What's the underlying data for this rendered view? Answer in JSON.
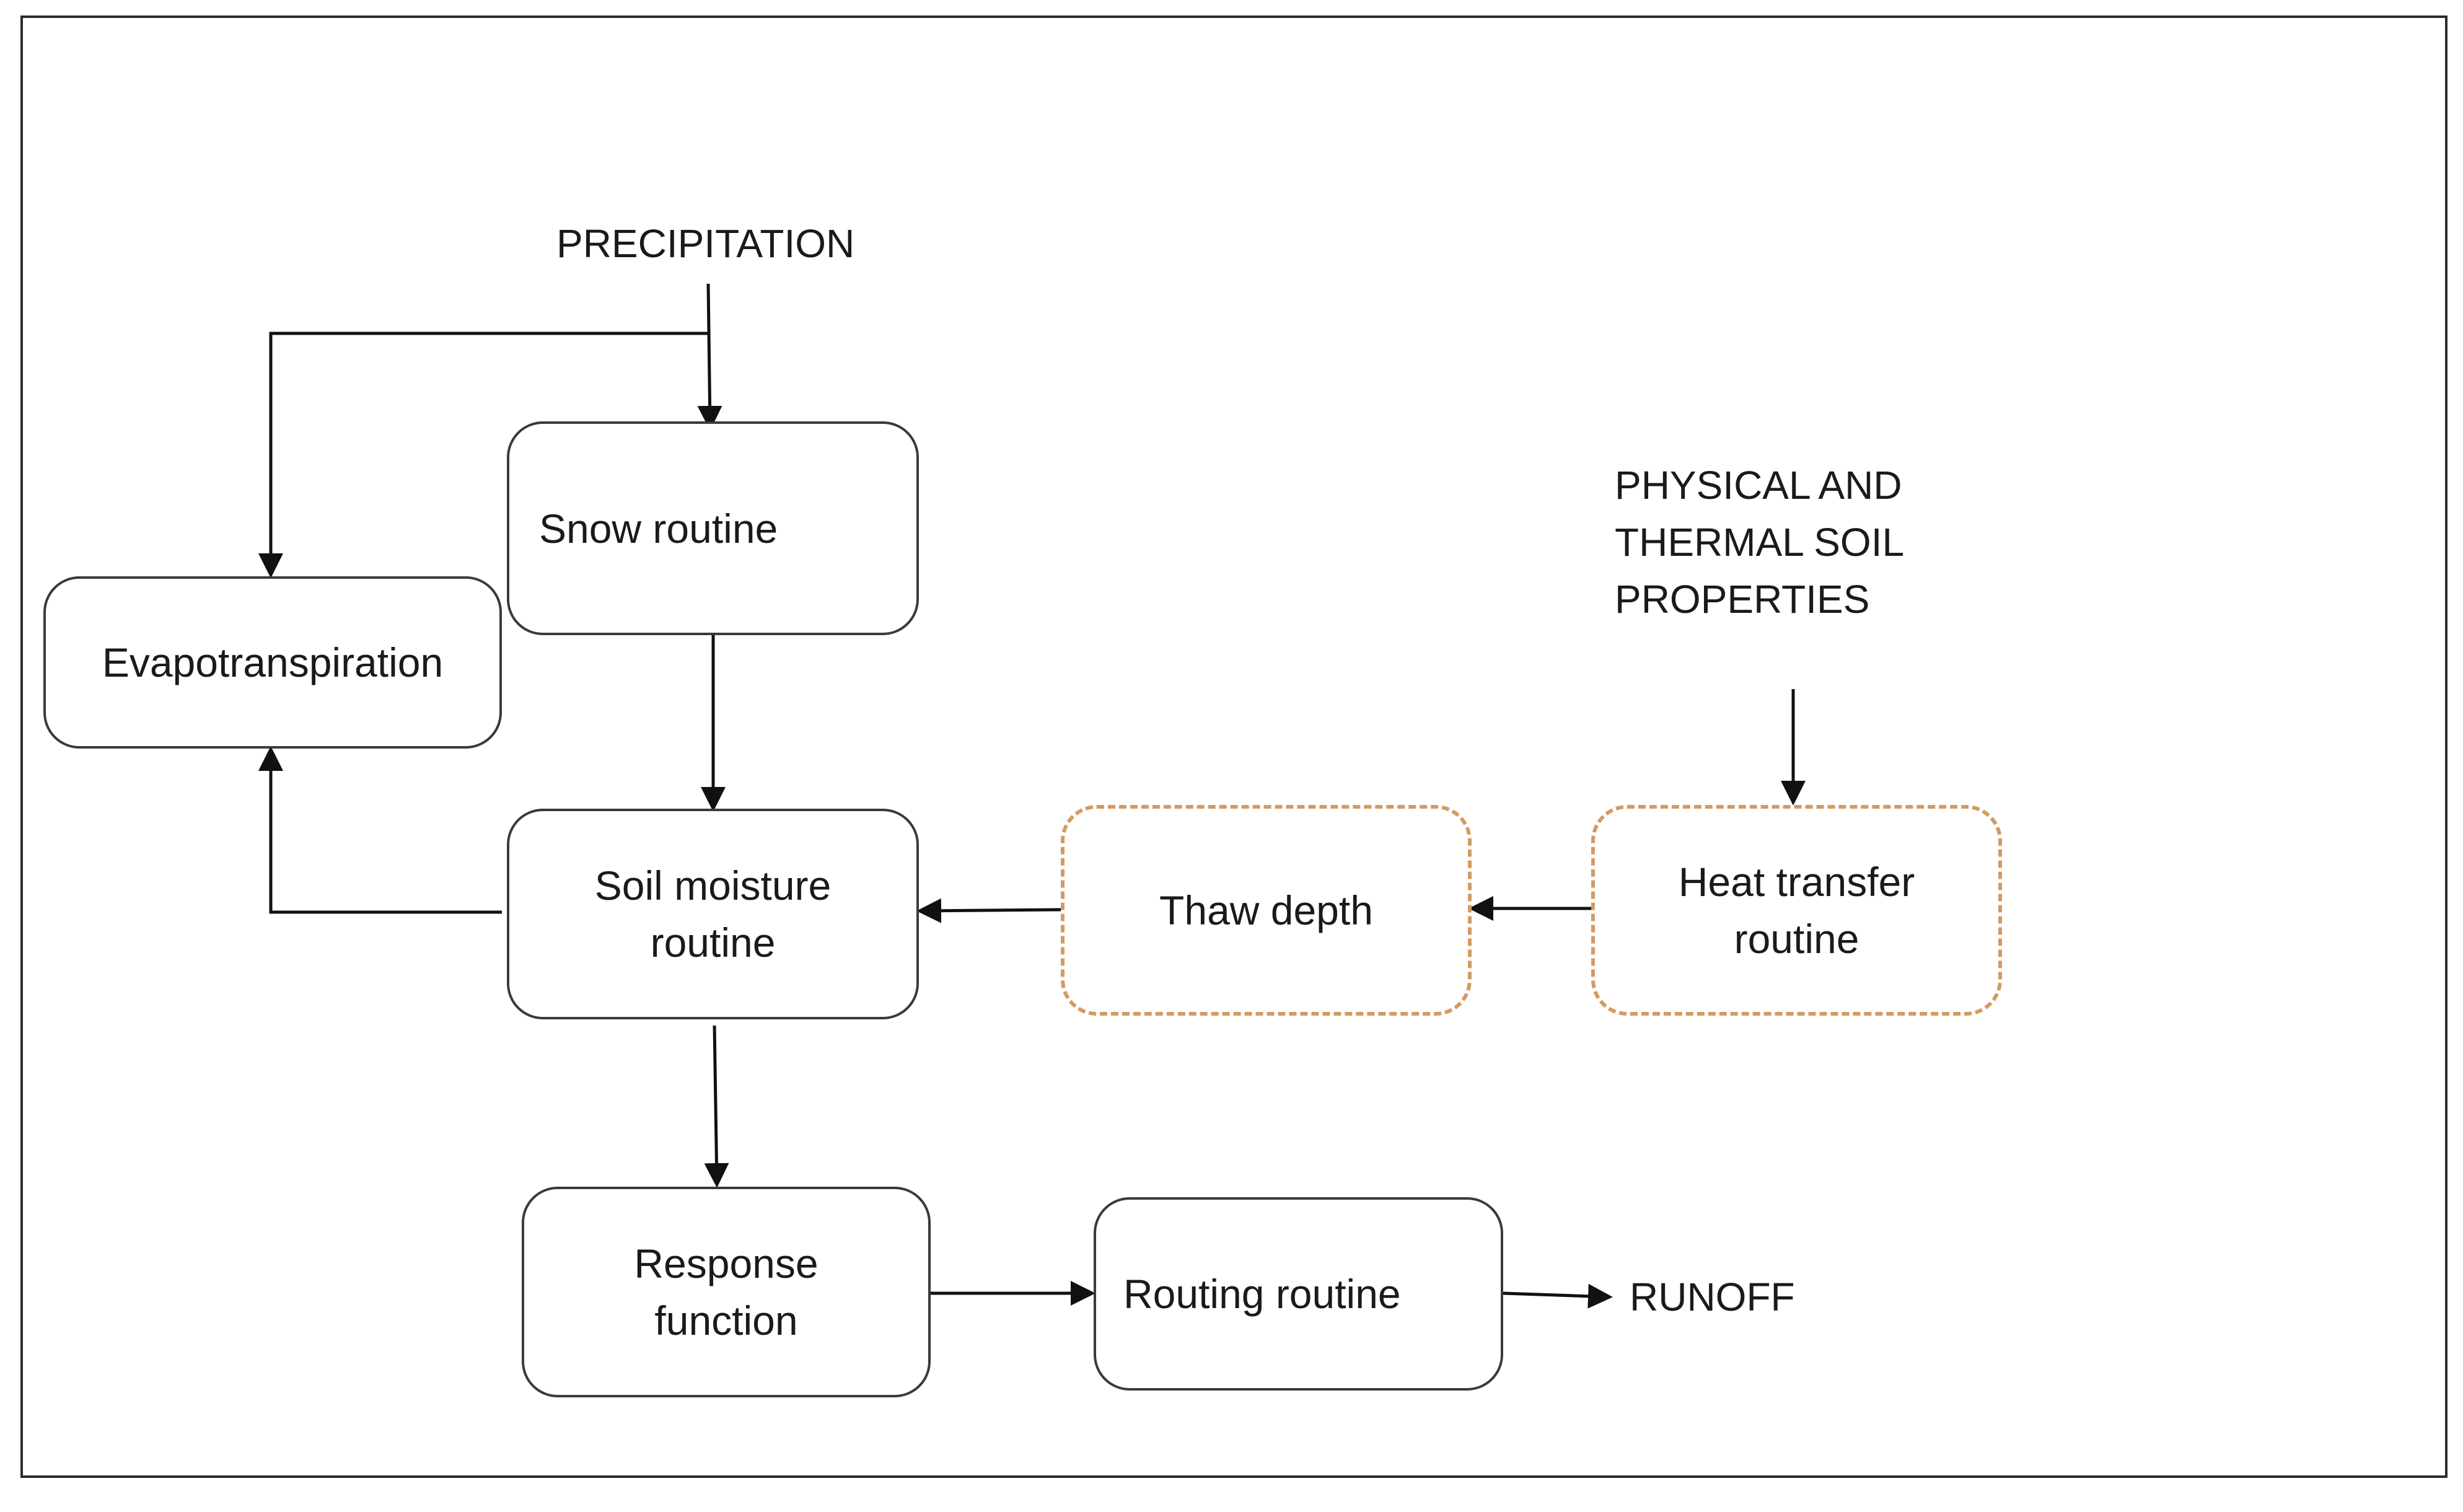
{
  "inputs": {
    "precipitation": "PRECIPITATION",
    "soil_properties": "PHYSICAL AND\nTHERMAL SOIL\nPROPERTIES"
  },
  "outputs": {
    "runoff": "RUNOFF"
  },
  "boxes": {
    "snow_routine": "Snow routine",
    "evapotranspiration": "Evapotranspiration",
    "soil_moisture_routine": "Soil moisture\nroutine",
    "thaw_depth": "Thaw depth",
    "heat_transfer_routine": "Heat transfer\nroutine",
    "response_function": "Response\nfunction",
    "routing_routine": "Routing  routine"
  },
  "colors": {
    "box_border": "#3a3a3a",
    "dashed_border": "#d49a63",
    "arrow": "#111111"
  }
}
